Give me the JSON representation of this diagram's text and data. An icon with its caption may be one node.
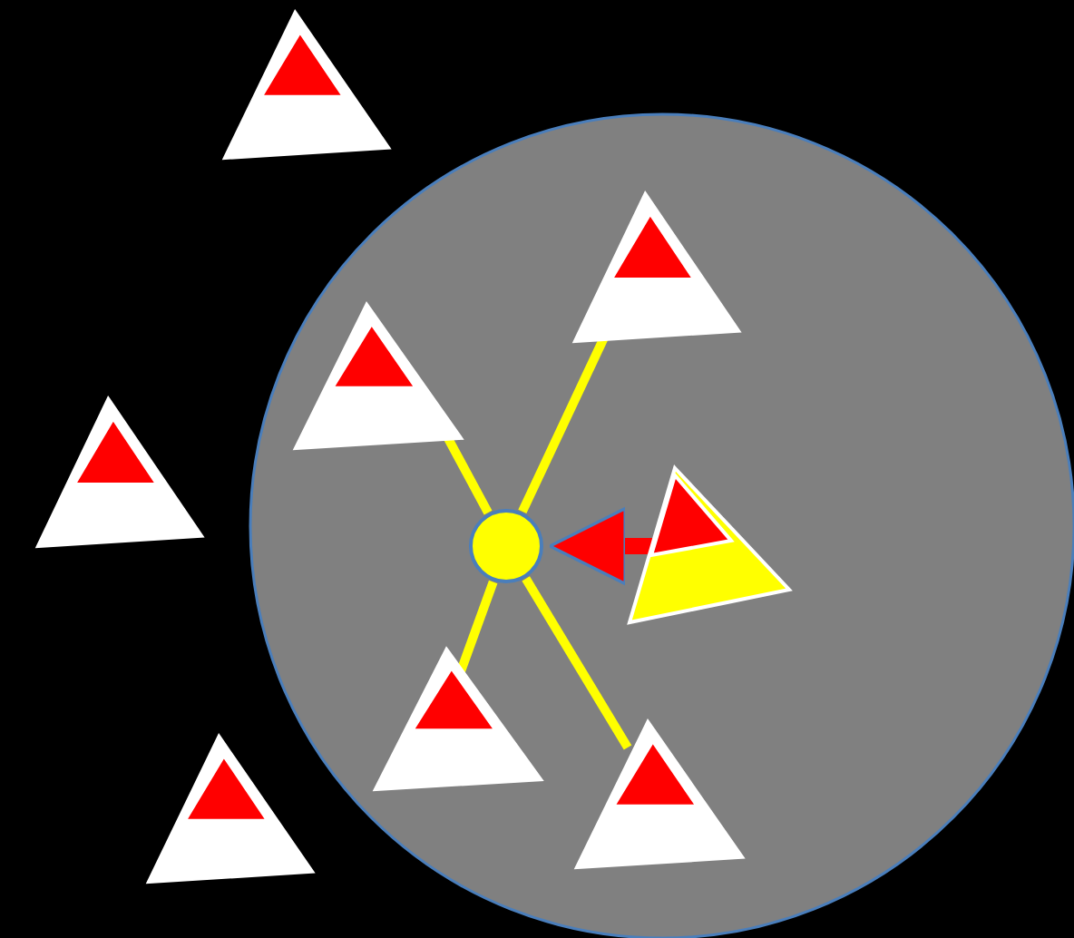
{
  "diagram": {
    "nodes": [
      {
        "text": [],
        "shape": "triangle"
      },
      {
        "text": [],
        "shape": "circle"
      },
      {
        "text": [],
        "shape": "triangle",
        "in": 1
      },
      {
        "text": [],
        "shape": "triangle",
        "in": 1
      },
      {
        "text": [],
        "shape": "triangle"
      },
      {
        "text": [],
        "shape": "circle",
        "in": 1
      },
      {
        "text": [],
        "shape": "triangle",
        "in": 1
      },
      {
        "text": [],
        "shape": "triangle",
        "in": 1
      },
      {
        "text": [],
        "shape": "triangle",
        "in": 1
      },
      {
        "text": [],
        "shape": "triangle"
      }
    ],
    "edges": [
      {
        "from": 5,
        "to": 2,
        "arrow": "none"
      },
      {
        "from": 5,
        "to": 3,
        "arrow": "none"
      },
      {
        "from": 5,
        "to": 7,
        "arrow": "none"
      },
      {
        "from": 5,
        "to": 8,
        "arrow": "none"
      },
      {
        "from": 6,
        "to": 5,
        "arrow": "to",
        "style": "thick",
        "color": "#ff0000"
      }
    ]
  }
}
